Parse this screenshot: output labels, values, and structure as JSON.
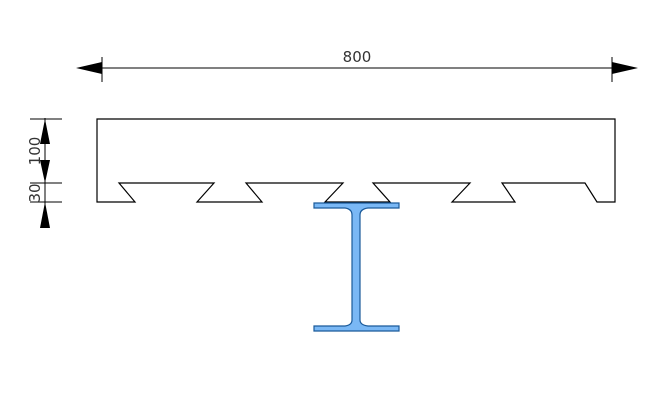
{
  "dimensions": {
    "width_label": "800",
    "slab_thickness_label": "100",
    "deck_height_label": "30"
  },
  "colors": {
    "steel_fill": "#7ab8f5",
    "steel_stroke": "#1a5a9a",
    "line": "#000000",
    "text": "#333333"
  }
}
